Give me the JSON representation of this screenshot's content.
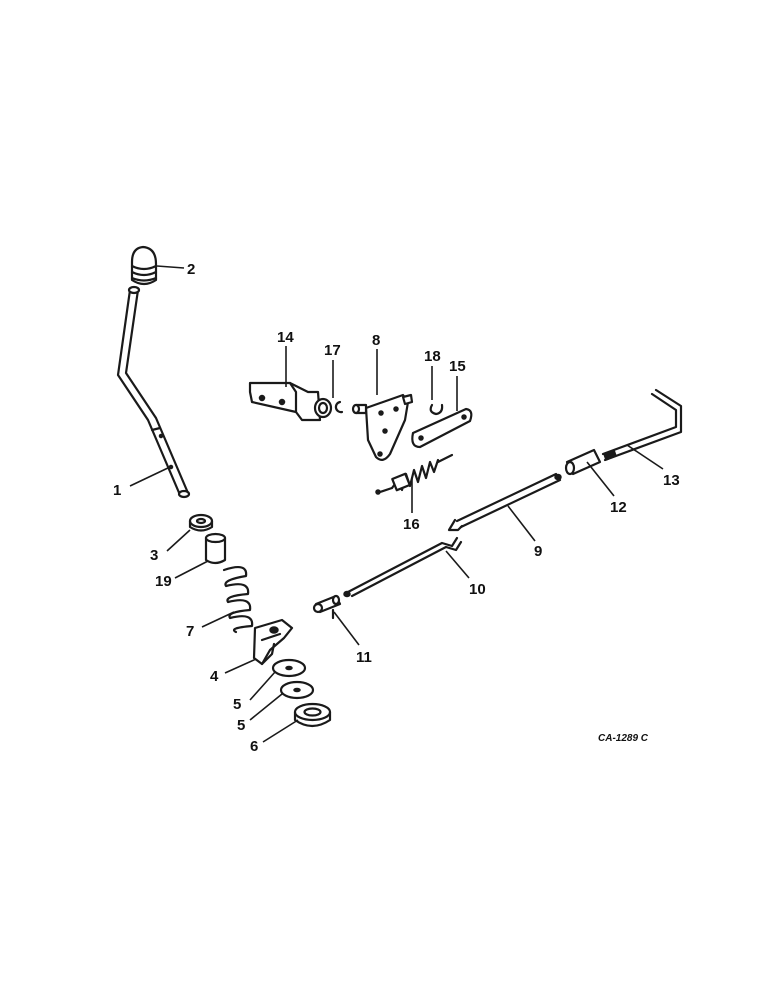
{
  "callouts": {
    "c1": "1",
    "c2": "2",
    "c3": "3",
    "c4": "4",
    "c5a": "5",
    "c5b": "5",
    "c6": "6",
    "c7": "7",
    "c8": "8",
    "c9": "9",
    "c10": "10",
    "c11": "11",
    "c12": "12",
    "c13": "13",
    "c14": "14",
    "c15": "15",
    "c16": "16",
    "c17": "17",
    "c18": "18",
    "c19": "19"
  },
  "drawing_id": "CA-1289 C"
}
